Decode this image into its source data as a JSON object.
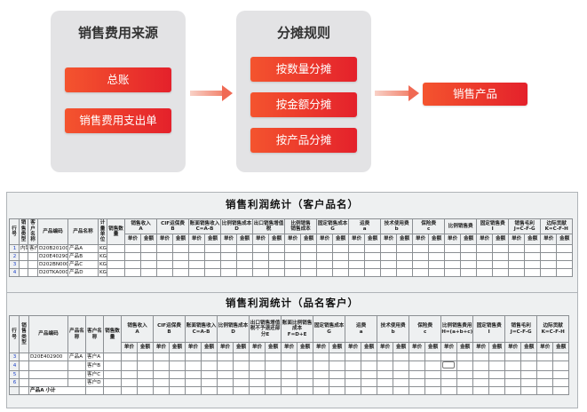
{
  "flow": {
    "source_title": "销售费用来源",
    "source_items": [
      "总账",
      "销售费用支出单"
    ],
    "rules_title": "分摊规则",
    "rules_items": [
      "按数量分摊",
      "按金额分摊",
      "按产品分摊"
    ],
    "target": "销售产品",
    "colors": {
      "panel": "#e3e3e5",
      "box": "#e4212b",
      "arrow": "#f06a54"
    }
  },
  "sheet1": {
    "title": "销售利润统计（客户品名）",
    "headers": {
      "row_no": "行号",
      "sales_type": "销售类型",
      "customer": "客户名称",
      "product_code": "产品编码",
      "product_name": "产品名称",
      "unit": "计量单位",
      "sales_qty": "销售数量"
    },
    "metric_groups": [
      "销售收入\nA",
      "CIF运保费\nB",
      "账面销售收入\nC=A-B",
      "比例销售成本\nD",
      "出口销售增值税",
      "比例销售\n销售成本",
      "固定销售成本\nG",
      "运费\na",
      "技术使用费\nb",
      "保险费\nc",
      "比例销售费\n",
      "固定销售费\nI",
      "销售毛利\nJ=C-F-G",
      "边际贡献\nK=C-F-H"
    ],
    "sub_price": "单价",
    "sub_amount": "金额",
    "rows": [
      {
        "no": "1",
        "type": "内销",
        "customer": "客户A",
        "code": "D20B201000",
        "name": "产品A",
        "unit": "KG"
      },
      {
        "no": "2",
        "type": "",
        "customer": "",
        "code": "D20E402900",
        "name": "产品B",
        "unit": "KG"
      },
      {
        "no": "3",
        "type": "",
        "customer": "",
        "code": "D202BN000?",
        "name": "产品C",
        "unit": "KG"
      },
      {
        "no": "4",
        "type": "",
        "customer": "",
        "code": "D20TKA000S",
        "name": "产品D",
        "unit": "KG"
      }
    ]
  },
  "sheet2": {
    "title": "销售利润统计（品名客户）",
    "headers": {
      "row_no": "行号",
      "sales_type": "销售类型",
      "product_code": "产品编码",
      "product_name": "产品名称",
      "customer": "客户名称",
      "sales_qty": "销售数量"
    },
    "metric_groups": [
      "销售收入\nA",
      "CIF运保费\nB",
      "账面销售收入\nC=A-B",
      "比例销售成本\nD",
      "出口销售增值税不予退还部分E",
      "账面比例销售成本\nF=D+E",
      "固定销售成本\nG",
      "运费\na",
      "技术使用费\nb",
      "保险费\nc",
      "比例销售费用\nH=(a+b+c)",
      "固定销售费\nI",
      "销售毛利\nJ=C-F-G",
      "边际贡献\nK=C-F-H"
    ],
    "sub_price": "单价",
    "sub_amount": "金额",
    "rows": [
      {
        "no": "3",
        "code": "D20E402900",
        "name": "产品A",
        "customer": "客户A"
      },
      {
        "no": "4",
        "code": "",
        "name": "",
        "customer": "客户B"
      },
      {
        "no": "5",
        "code": "",
        "name": "",
        "customer": "客户C"
      },
      {
        "no": "6",
        "code": "",
        "name": "",
        "customer": "客户D"
      }
    ],
    "subtotal": "产品A 小计"
  }
}
